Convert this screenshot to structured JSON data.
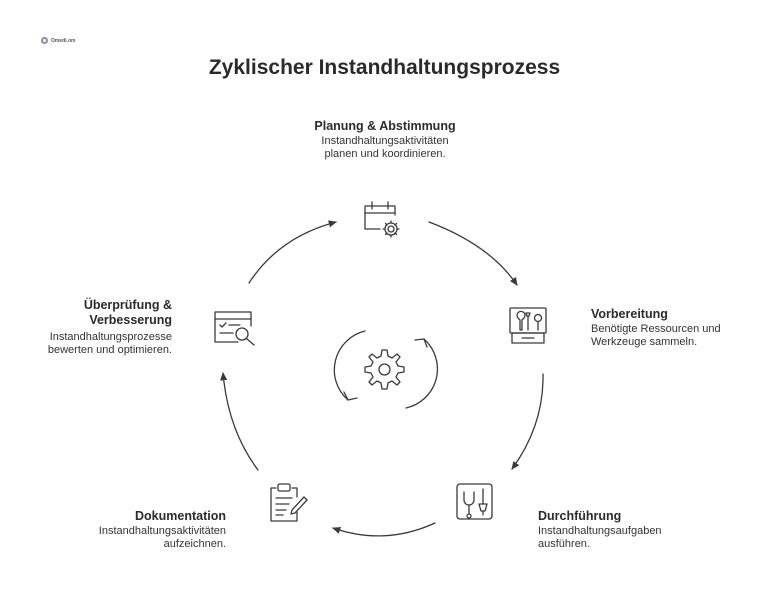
{
  "title": "Zyklischer Instandhaltungsprozess",
  "logo": {
    "text": "Omedi.om",
    "icon": "logo-mark-icon"
  },
  "steps": [
    {
      "key": "planung",
      "title": "Planung & Abstimmung",
      "desc": [
        "Instandhaltungsaktivitäten",
        "planen und koordinieren."
      ],
      "icon": "calendar-gear-icon"
    },
    {
      "key": "vorbereitung",
      "title": "Vorbereitung",
      "desc": [
        "Benötigte Ressourcen und",
        "Werkzeuge sammeln."
      ],
      "icon": "toolbox-icon"
    },
    {
      "key": "durchfuehrung",
      "title": "Durchführung",
      "desc": [
        "Instandhaltungsaufgaben",
        "ausführen."
      ],
      "icon": "tools-icon"
    },
    {
      "key": "dokumentation",
      "title": "Dokumentation",
      "desc": [
        "Instandhaltungsaktivitäten",
        "aufzeichnen."
      ],
      "icon": "clipboard-pen-icon"
    },
    {
      "key": "ueberpruefung",
      "title": [
        "Überprüfung &",
        "Verbesserung"
      ],
      "desc": [
        "Instandhaltungsprozesse",
        "bewerten und optimieren."
      ],
      "icon": "checklist-search-icon"
    }
  ],
  "center_icon": "gear-cycle-icon",
  "colors": {
    "stroke": "#3a3a3a",
    "text": "#2b2b2b"
  }
}
